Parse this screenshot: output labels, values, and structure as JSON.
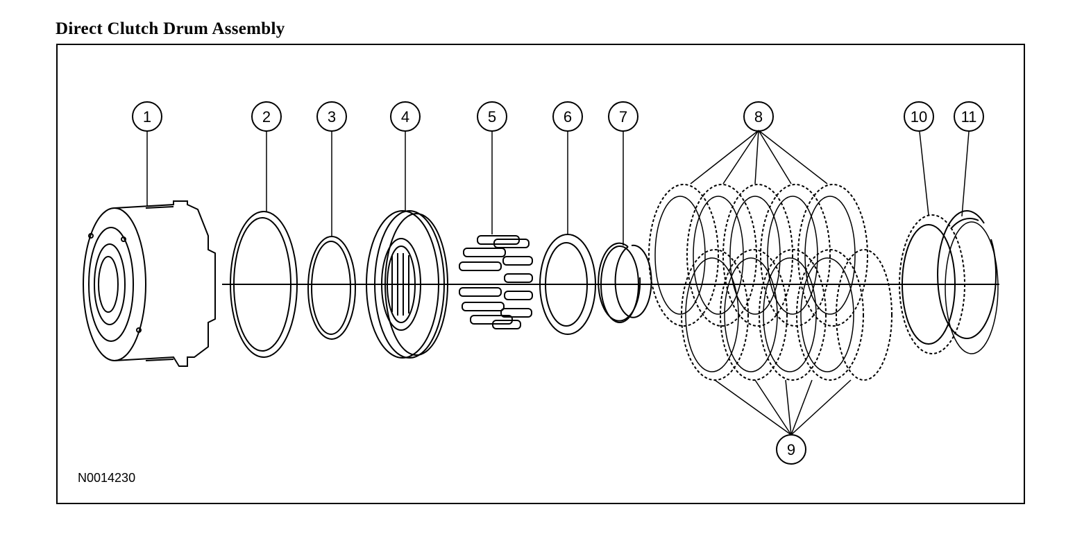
{
  "title": "Direct Clutch Drum Assembly",
  "figure_id": "N0014230",
  "callouts": [
    "1",
    "2",
    "3",
    "4",
    "5",
    "6",
    "7",
    "8",
    "9",
    "10",
    "11"
  ]
}
